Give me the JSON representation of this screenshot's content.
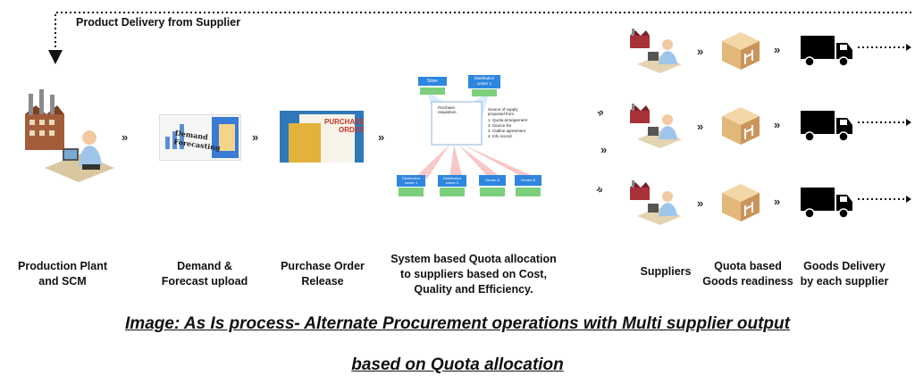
{
  "feedback_label": "Product Delivery from Supplier",
  "steps": {
    "production": "Production Plant\nand SCM",
    "demand": "Demand &\nForecast upload",
    "po": "Purchase Order\nRelease",
    "quota": "System based Quota allocation\nto suppliers based on Cost,\nQuality and Efficiency.",
    "suppliers": "Suppliers",
    "readiness": "Quota based\nGoods readiness",
    "delivery": "Goods Delivery\nby each supplier"
  },
  "images": {
    "demand_text": "Demand\nForecasting",
    "po_text": "PURCHASE\nORDER",
    "quota": {
      "top_left": "Store",
      "top_right": "Distribution\ncenter 1",
      "center_doc": "Purchase\nrequisition",
      "list_title": "Source of supply\nproposed from",
      "list_items": [
        "1. Quota arrangement",
        "2. Source list",
        "3. Outline agreement",
        "4. Info record"
      ],
      "bottom": [
        "Distribution\ncenter 1",
        "Distribution\ncenter 2",
        "Vendor A",
        "Vendor B"
      ]
    }
  },
  "arrow_glyph": "»",
  "caption": {
    "line1": "Image: As Is process- Alternate Procurement operations with Multi supplier output",
    "line2": "based on Quota allocation"
  }
}
